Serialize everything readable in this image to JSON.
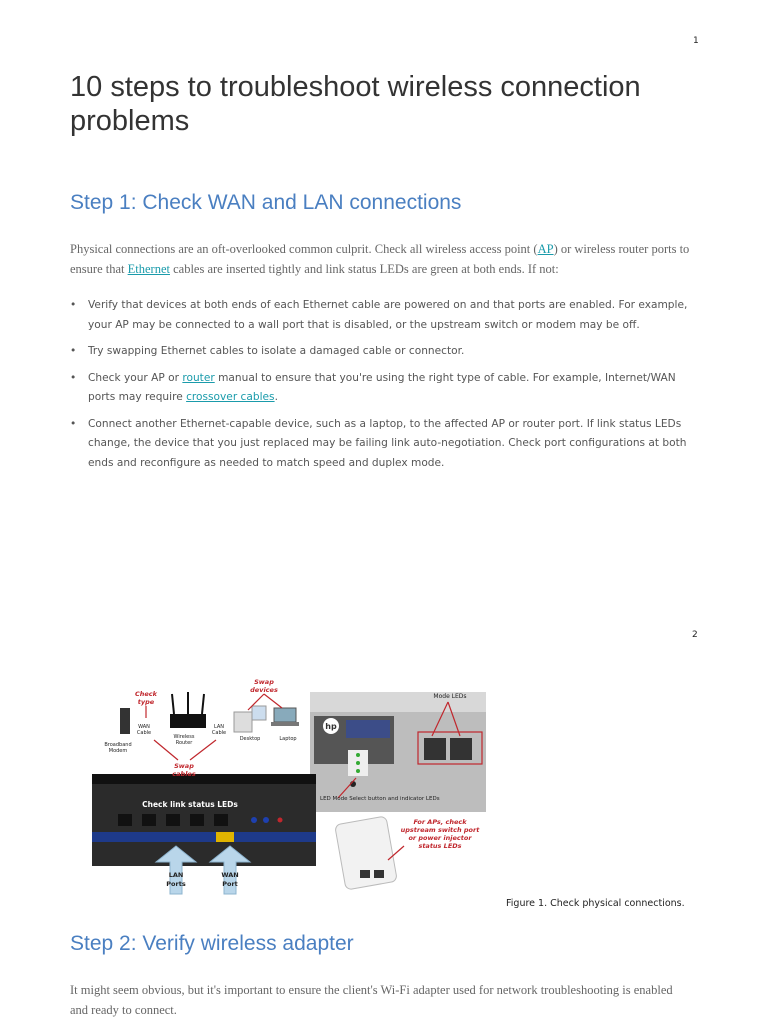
{
  "page_numbers": [
    "1",
    "2"
  ],
  "title": "10 steps to troubleshoot wireless connection problems",
  "step1": {
    "heading": "Step 1: Check WAN and LAN connections",
    "intro": {
      "before_ap": "Physical connections are an oft-overlooked common culprit. Check all wireless access point (",
      "ap_link": "AP",
      "after_ap": ") or wireless router ports to ensure that ",
      "ethernet_link": "Ethernet",
      "after_ethernet": " cables are inserted tightly and link status LEDs are green at both ends. If not:"
    },
    "bullets": {
      "b1": "Verify that devices at both ends of each Ethernet cable are powered on and that ports are enabled. For example, your AP may be connected to a wall port that is disabled, or the upstream switch or modem may be off.",
      "b2": "Try swapping Ethernet cables to isolate a damaged cable or connector.",
      "b3_before": "Check your AP or ",
      "b3_router_link": "router",
      "b3_middle": " manual to ensure that you're using the right type of cable. For example, Internet/WAN ports may require ",
      "b3_crossover_link": "crossover cables",
      "b3_end": ".",
      "b4": "Connect another Ethernet-capable device, such as a laptop, to the affected AP or router port. If link status LEDs change, the device that you just replaced may be failing link auto-negotiation. Check port configurations at both ends and reconfigure as needed to match speed and duplex mode."
    }
  },
  "figure": {
    "labels": {
      "check_type": "Check type",
      "swap_devices": "Swap devices",
      "wan_cable": "WAN Cable",
      "wireless_router": "Wireless Router",
      "lan_cable": "LAN Cable",
      "desktop": "Desktop",
      "laptop": "Laptop",
      "broadband_modem": "Broadband Modem",
      "swap_cables": "Swap cables",
      "check_link_leds": "Check link status LEDs",
      "lan_ports": "LAN Ports",
      "wan_port": "WAN Port",
      "mode_leds": "Mode LEDs",
      "led_mode_select": "LED Mode Select button and indicator LEDs",
      "for_aps": "For APs, check upstream switch port or power injector status LEDs"
    },
    "caption": "Figure 1. Check physical connections."
  },
  "step2": {
    "heading": "Step 2: Verify wireless adapter",
    "intro": "It might seem obvious, but it's important to ensure the client's Wi-Fi adapter used for network troubleshooting is enabled and ready to connect."
  },
  "colors": {
    "heading": "#4a7fc1",
    "link": "#1a9bab",
    "annotation_red": "#c0272d",
    "callout_blue": "#b9d6ea"
  }
}
